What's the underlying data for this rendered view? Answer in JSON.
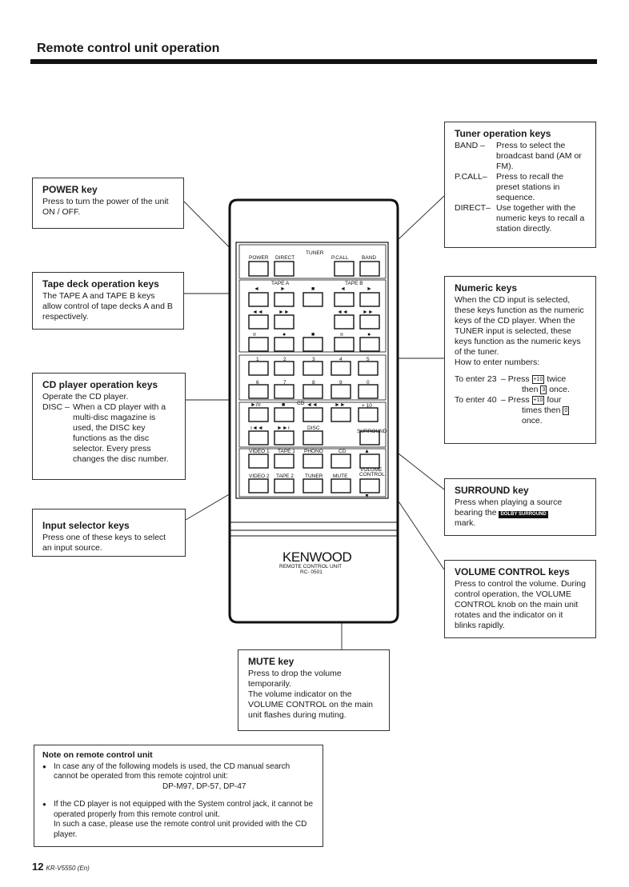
{
  "header": {
    "title": "Remote control unit operation"
  },
  "power": {
    "title": "POWER key",
    "text": "Press to turn the power of the unit ON / OFF."
  },
  "tape": {
    "title": "Tape deck operation keys",
    "text": "The TAPE A and TAPE B keys allow control of tape decks A and B respectively."
  },
  "cd": {
    "title": "CD player operation keys",
    "line1": "Operate the CD player.",
    "disc_key": "DISC –",
    "disc_text": "When a CD player with a multi-disc magazine is used, the DISC key functions as the disc selector. Every press changes the disc number."
  },
  "input": {
    "title": "Input selector keys",
    "text": "Press one of these keys to select an input source."
  },
  "tuner": {
    "title": "Tuner operation keys",
    "band_k": "BAND –",
    "band_v": "Press to select the broadcast band (AM or FM).",
    "pcall_k": "P.CALL–",
    "pcall_v": "Press to recall the preset stations in sequence.",
    "direct_k": "DIRECT–",
    "direct_v": "Use together with the numeric keys to recall a station directly."
  },
  "numeric": {
    "title": "Numeric keys",
    "text": "When the CD input is selected, these keys function as the numeric keys of the CD player. When the TUNER input is selected, these keys function as the numeric keys of the tuner.",
    "how": "How to enter numbers:",
    "ex1_label": "To enter 23",
    "ex1_a": "– Press",
    "ex1_b": "twice",
    "ex1_c": "then",
    "ex1_d": "once.",
    "ex2_label": "To enter 40",
    "ex2_a": "– Press",
    "ex2_b": "four",
    "ex2_c": "times then",
    "ex2_d": "once.",
    "key_plus10": "+10",
    "key_3": "3",
    "key_0": "0"
  },
  "surround": {
    "title": "SURROUND key",
    "text1": "Press when playing a source bearing the",
    "text2": "mark.",
    "logo": "DOLBY SURROUND"
  },
  "volume": {
    "title": "VOLUME CONTROL keys",
    "text": "Press to control the volume. During control operation, the VOLUME CONTROL knob on the main unit rotates and the indicator on it blinks rapidly."
  },
  "mute": {
    "title": "MUTE key",
    "text1": "Press to drop the volume temporarily.",
    "text2": "The volume indicator on the VOLUME CONTROL on the main unit flashes during muting."
  },
  "note": {
    "title": "Note on remote control unit",
    "b1": "In case any of the following models is used, the CD manual search cannot be operated from this remote cojntrol unit:",
    "models": "DP-M97, DP-57, DP-47",
    "b2a": "If the CD player is not equipped with the System control jack, it cannot be operated properly from this remote control unit.",
    "b2b": "In such a case, please use the remote control unit provided with the CD player."
  },
  "remote": {
    "tuner": "TUNER",
    "power": "POWER",
    "direct": "DIRECT",
    "pcall": "P.CALL",
    "band": "BAND",
    "tapea": "TAPE A",
    "tapeb": "TAPE B",
    "cd": "CD",
    "disc": "DISC",
    "plus10": "+ 10",
    "video1": "VIDEO 1",
    "tape1": "TAPE 1",
    "phono": "PHONO",
    "cdin": "CD",
    "video2": "VIDEO 2",
    "tape2": "TAPE 2",
    "tunerin": "TUNER",
    "mute": "MUTE",
    "volume": "VOLUME",
    "control": "CONTROL",
    "surround": "SURROUND",
    "brand": "KENWOOD",
    "remotectl": "REMOTE CONTROL UNIT",
    "model": "RC- 0501",
    "n1": "1",
    "n2": "2",
    "n3": "3",
    "n4": "4",
    "n5": "5",
    "n6": "6",
    "n7": "7",
    "n8": "8",
    "n9": "9",
    "n0": "0"
  },
  "footer": {
    "page": "12",
    "model": "KR-V5550 (En)"
  }
}
